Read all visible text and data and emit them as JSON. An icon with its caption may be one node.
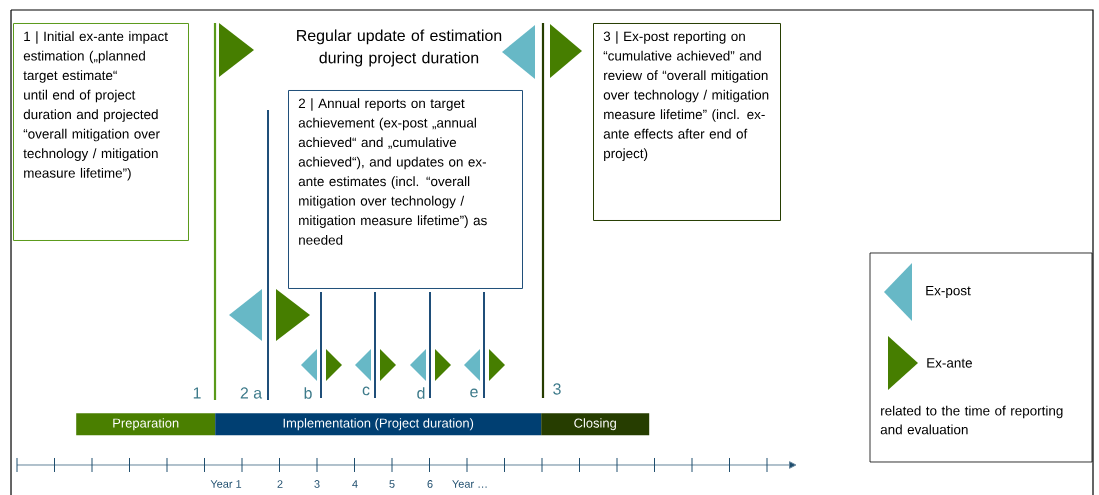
{
  "diagram": {
    "nodes": [
      {
        "text": [
          "1 | Initial ex-ante impact estimation („planned target estimate“ until end of project duration and projected “overall mitigation over technology / mitigation measure lifetime”)"
        ]
      },
      {
        "text": [
          "2 | Annual reports on target achievement (ex-post „annual achieved“ and „cumulative achieved“), and updates on ex-ante estimates (incl. “overall mitigation over technology / mitigation measure lifetime”) as needed"
        ]
      },
      {
        "text": [
          "3 | Ex-post reporting on “cumulative achieved” and review of “overall mitigation over technology / mitigation measure lifetime” (incl. ex-ante effects after end of project)"
        ]
      },
      {
        "text": [
          "Preparation"
        ]
      },
      {
        "text": [
          "Implementation (Project duration)"
        ]
      },
      {
        "text": [
          "Closing"
        ]
      }
    ],
    "edges": [],
    "labels": [
      "Regular update of estimation during project duration",
      "1",
      "2 a",
      "b",
      "c",
      "d",
      "e",
      "3",
      "Year 1",
      "2",
      "3",
      "4",
      "5",
      "6",
      "Year …",
      "related to the time of reporting and evaluation"
    ],
    "legend": [
      {
        "text": "Ex-post",
        "color": "#67b8c6"
      },
      {
        "text": "Ex-ante",
        "color": "#467e00"
      }
    ]
  }
}
